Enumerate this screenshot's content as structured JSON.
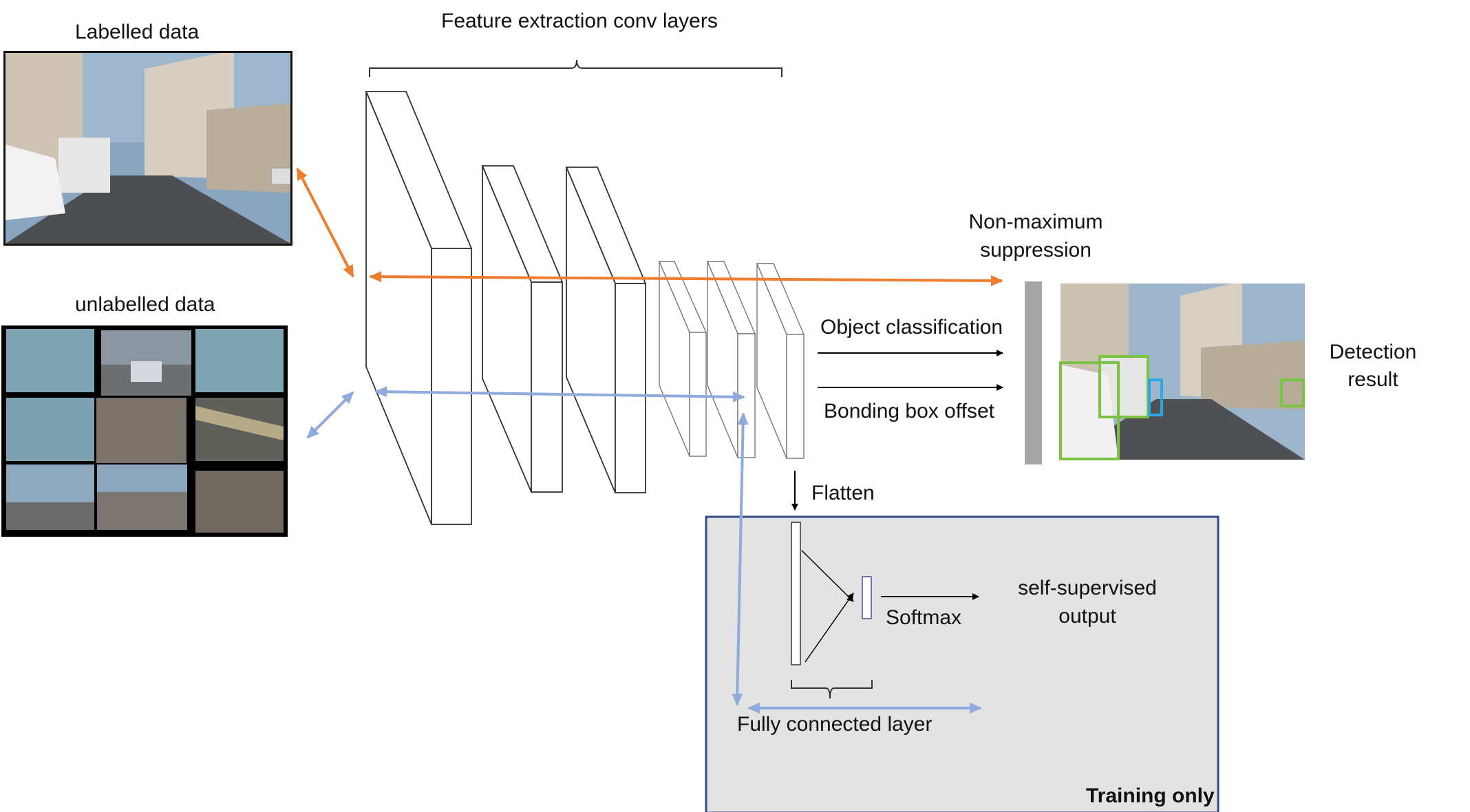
{
  "labels": {
    "labelled_data": "Labelled data",
    "unlabelled_data": "unlabelled data",
    "feature_extraction": "Feature extraction conv layers",
    "nms_line1": "Non-maximum",
    "nms_line2": "suppression",
    "object_classification": "Object classification",
    "bbox_offset": "Bonding box offset",
    "detection_line1": "Detection",
    "detection_line2": "result",
    "flatten": "Flatten",
    "softmax": "Softmax",
    "self_supervised_line1": "self-supervised",
    "self_supervised_line2": "output",
    "fully_connected": "Fully connected layer",
    "training_only": "Training only"
  },
  "colors": {
    "orange_arrow": "#ED7D31",
    "blue_arrow": "#8FAADC",
    "training_box_fill": "#E3E3E3",
    "training_box_border": "#2F4B8A",
    "nms_bar": "#A6A6A6",
    "box_green": "#7CC243",
    "box_blue": "#2EA6E0"
  }
}
